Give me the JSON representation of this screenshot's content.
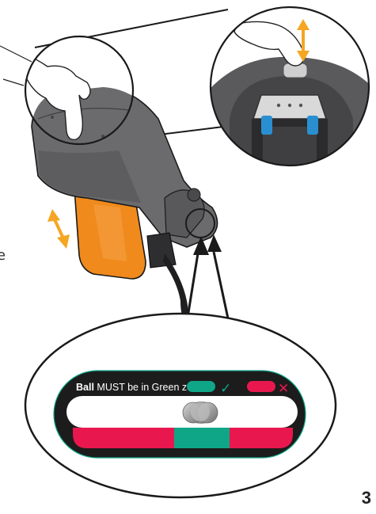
{
  "manual_page": {
    "side_letter": "e",
    "page_number": "3"
  },
  "indicator": {
    "ball_word": "Ball",
    "instruction": "MUST be in Green zone",
    "ok_symbol": "✓",
    "bad_symbol": "✕",
    "colors": {
      "green": "#0fa687",
      "red": "#e8184f",
      "panel": "#1c1c1c"
    }
  },
  "product": {
    "shell_color": "#6b6b6d",
    "base_color": "#f08a1c",
    "latch_color": "#2a8fd0",
    "arrow_color": "#f5a623"
  },
  "icons": [
    "hand-icon",
    "up-down-arrow-icon",
    "check-icon",
    "cross-icon"
  ]
}
